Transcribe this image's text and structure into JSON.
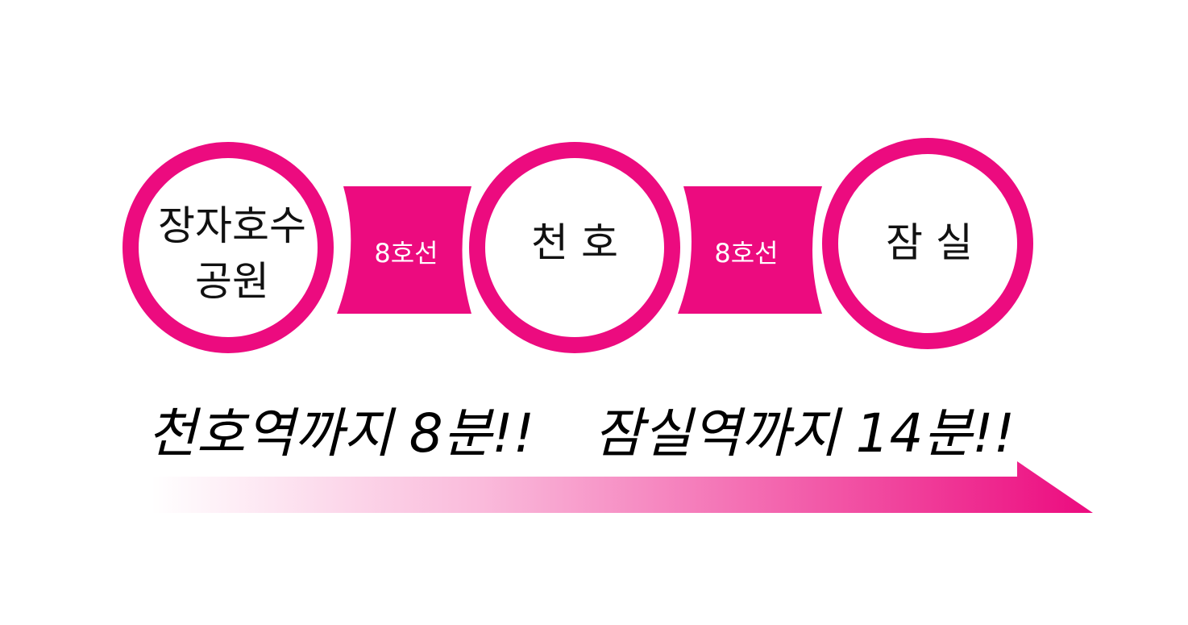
{
  "colors": {
    "accent": "#ec0b7f",
    "background": "#ffffff",
    "station_text": "#111111",
    "connector_text": "#ffffff"
  },
  "stations": [
    {
      "line1": "장자호수",
      "line2": "공원"
    },
    {
      "line1": "천 호"
    },
    {
      "line1": "잠 실"
    }
  ],
  "connectors": [
    {
      "label": "8호선"
    },
    {
      "label": "8호선"
    }
  ],
  "headline": {
    "part1": "천호역까지 8분!!",
    "part2": "잠실역까지 14분!!"
  },
  "arrow": {
    "icon": "gradient-arrow-right-icon"
  }
}
